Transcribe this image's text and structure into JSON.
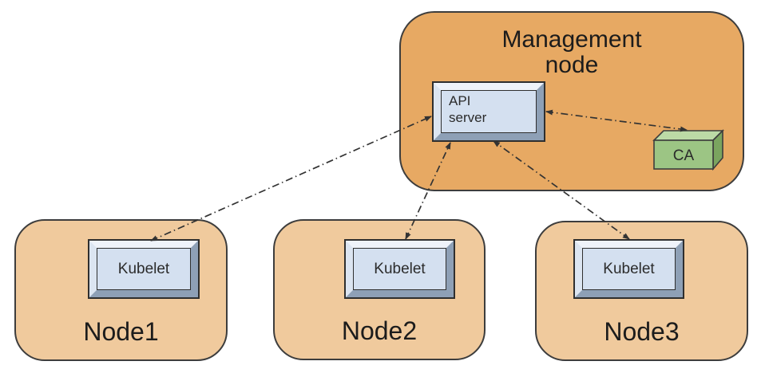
{
  "management": {
    "title": "Management\nnode",
    "api_server_label": "API\nserver",
    "ca_label": "CA"
  },
  "nodes": [
    {
      "name": "Node1",
      "component": "Kubelet"
    },
    {
      "name": "Node2",
      "component": "Kubelet"
    },
    {
      "name": "Node3",
      "component": "Kubelet"
    }
  ],
  "connections": [
    {
      "from": "API server",
      "to": "Kubelet on Node1",
      "style": "dash-dot",
      "arrows": "both"
    },
    {
      "from": "API server",
      "to": "Kubelet on Node2",
      "style": "dash-dot",
      "arrows": "both"
    },
    {
      "from": "API server",
      "to": "Kubelet on Node3",
      "style": "dash-dot",
      "arrows": "both"
    },
    {
      "from": "API server",
      "to": "CA",
      "style": "dash-dot",
      "arrows": "both"
    }
  ],
  "colors": {
    "mgmt-fill": "#E7A963",
    "node-fill": "#F0CA9D",
    "box-face": "#D4E0F0",
    "bevel-light": "#EFF3FA",
    "bevel-dark": "#8EA0B6",
    "ca-front": "#9CC584",
    "ca-top": "#BCDAA6",
    "ca-side": "#7AA45F",
    "outline": "#3D3D3D",
    "line": "#333333",
    "text": "#1C1C1C"
  }
}
